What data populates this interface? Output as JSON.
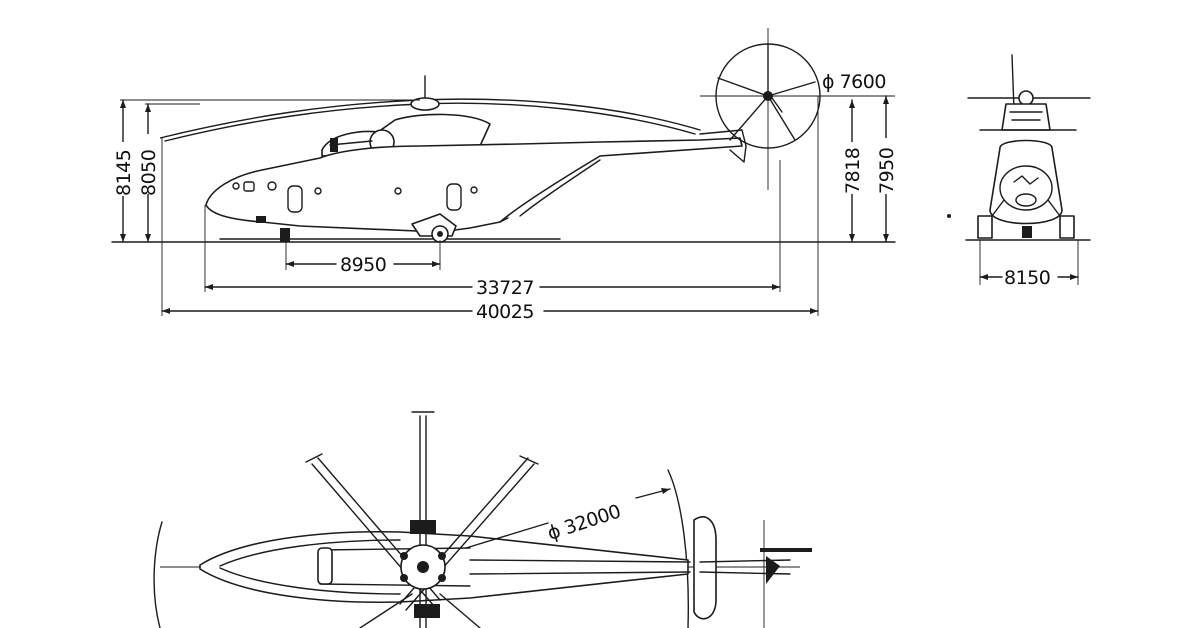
{
  "dimensions": {
    "overall_height_rotor": "8145",
    "height_to_hub": "8050",
    "tail_rotor_diameter": "ϕ 7600",
    "height_tail_hub": "7818",
    "height_tail_top": "7950",
    "wheelbase": "8950",
    "fuselage_length": "33727",
    "overall_length": "40025",
    "track": "8150",
    "main_rotor_diameter": "ϕ 32000"
  }
}
